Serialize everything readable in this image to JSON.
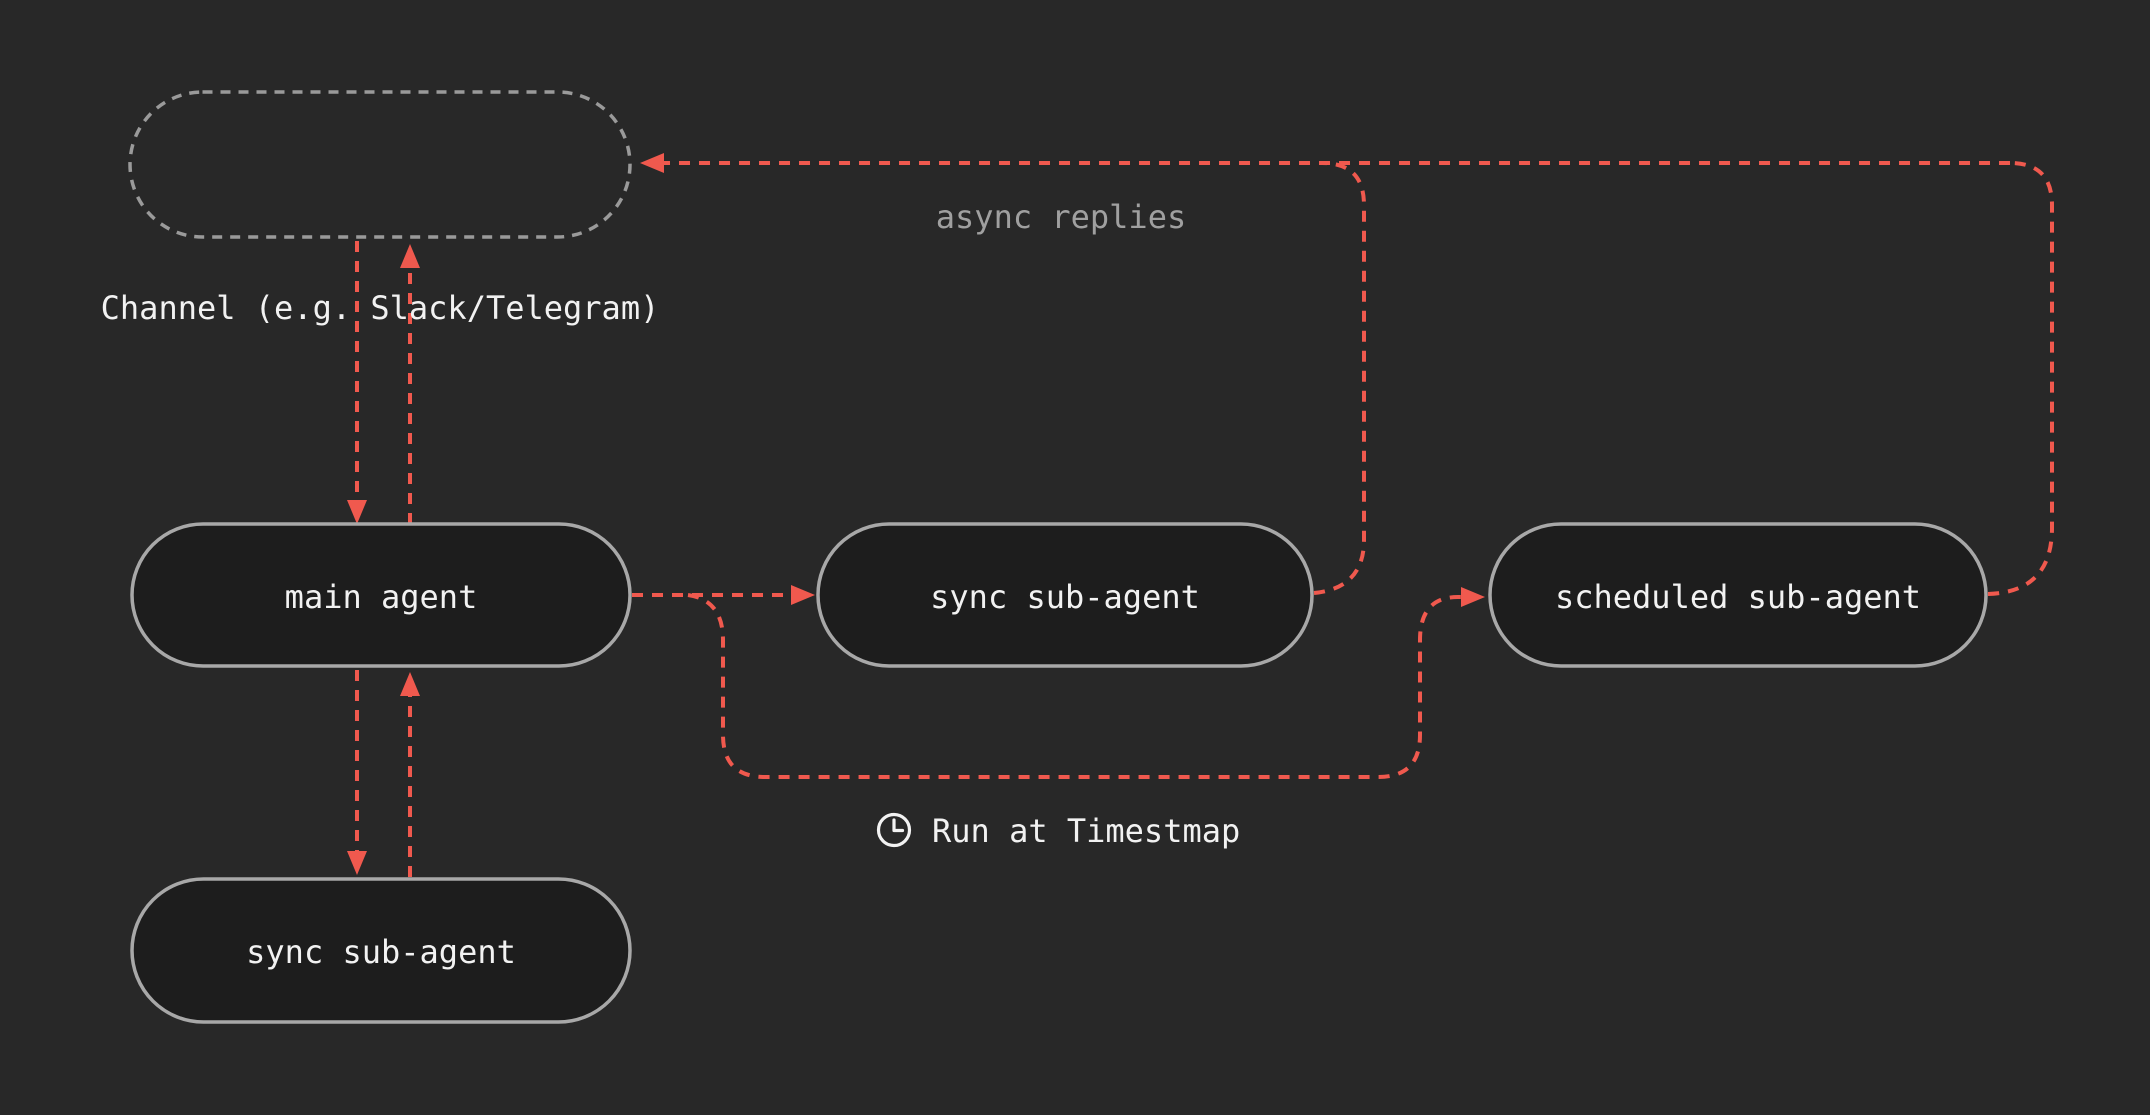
{
  "colors": {
    "background": "#282828",
    "node-fill": "#1D1D1D",
    "node-border": "#A8A8A8",
    "channel-border": "#9A9A9A",
    "accent": "#F0594E",
    "text": "#F2F2F2",
    "muted-text": "#A0A0A0"
  },
  "nodes": {
    "channel_caption": "Channel (e.g. Slack/Telegram)",
    "main_agent": {
      "label": "main agent"
    },
    "sync_sub_agent": {
      "label": "sync sub-agent"
    },
    "scheduled_sub_agent": {
      "label": "scheduled sub-agent"
    },
    "sync_sub_agent_2": {
      "label": "sync sub-agent"
    }
  },
  "annotations": {
    "async_replies": "async replies",
    "run_at_timestamp": "Run at Timestmap"
  },
  "icons": {
    "run_at_timestamp": "clock-icon"
  }
}
